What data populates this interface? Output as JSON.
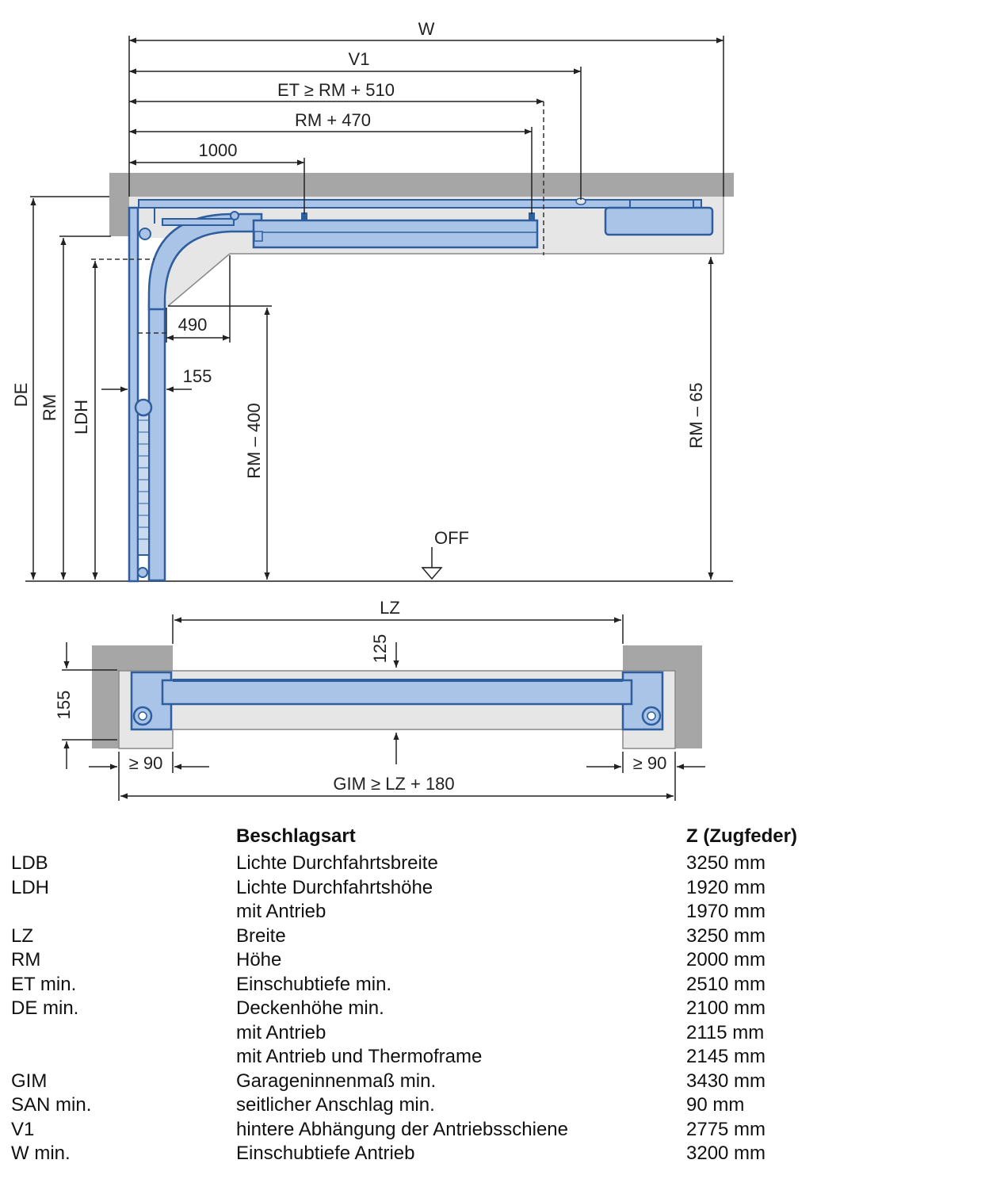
{
  "diagram": {
    "top_dims": {
      "w": "W",
      "v1": "V1",
      "et": "ET ≥ RM + 510",
      "rm470": "RM + 470",
      "d1000": "1000"
    },
    "side_dims": {
      "de": "DE",
      "rm": "RM",
      "ldh": "LDH",
      "d490": "490",
      "d155": "155",
      "rm400": "RM – 400",
      "rm65": "RM – 65",
      "off": "OFF"
    },
    "plan_dims": {
      "lz": "LZ",
      "d125": "125",
      "d155": "155",
      "san_left": "≥ 90",
      "san_right": "≥ 90",
      "gim": "GIM ≥ LZ + 180"
    },
    "colors": {
      "blue": "#2f5e9e",
      "blue_light": "#a9c4e6",
      "wall_gray": "#a6a6a6",
      "light_gray": "#e4e4e4"
    }
  },
  "spec": {
    "header": {
      "label": "",
      "name": "Beschlagsart",
      "value": "Z (Zugfeder)"
    },
    "rows": [
      {
        "label": "LDB",
        "name": "Lichte Durchfahrtsbreite",
        "value": "3250 mm"
      },
      {
        "label": "LDH",
        "name": "Lichte Durchfahrtshöhe",
        "value": "1920 mm"
      },
      {
        "label": "",
        "name": "mit Antrieb",
        "value": "1970 mm"
      },
      {
        "label": "LZ",
        "name": "Breite",
        "value": "3250 mm"
      },
      {
        "label": "RM",
        "name": "Höhe",
        "value": "2000 mm"
      },
      {
        "label": "ET min.",
        "name": "Einschubtiefe min.",
        "value": "2510 mm"
      },
      {
        "label": "DE min.",
        "name": "Deckenhöhe min.",
        "value": "2100 mm"
      },
      {
        "label": "",
        "name": "mit Antrieb",
        "value": "2115 mm"
      },
      {
        "label": "",
        "name": "mit Antrieb und Thermoframe",
        "value": "2145 mm"
      },
      {
        "label": "GIM",
        "name": "Garageninnenmaß min.",
        "value": "3430 mm"
      },
      {
        "label": "SAN min.",
        "name": "seitlicher Anschlag min.",
        "value": "90 mm"
      },
      {
        "label": "V1",
        "name": "hintere Abhängung der Antriebsschiene",
        "value": "2775 mm"
      },
      {
        "label": "W min.",
        "name": "Einschubtiefe Antrieb",
        "value": "3200 mm"
      }
    ]
  }
}
